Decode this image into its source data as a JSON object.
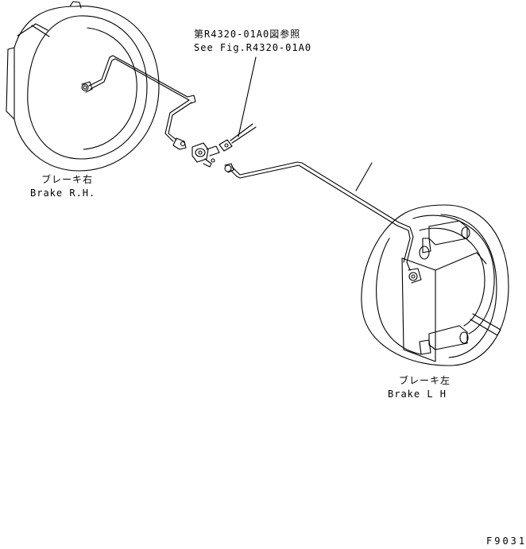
{
  "ref_label": {
    "jp": "第R4320-01A0図参照",
    "en": "See Fig.R4320-01A0"
  },
  "brake_rh": {
    "jp": "ブレーキ右",
    "en": "Brake R.H."
  },
  "brake_lh": {
    "jp": "ブレーキ左",
    "en": "Brake L H"
  },
  "figure_code": "F9031",
  "colors": {
    "line": "#000000",
    "background": "#ffffff"
  }
}
